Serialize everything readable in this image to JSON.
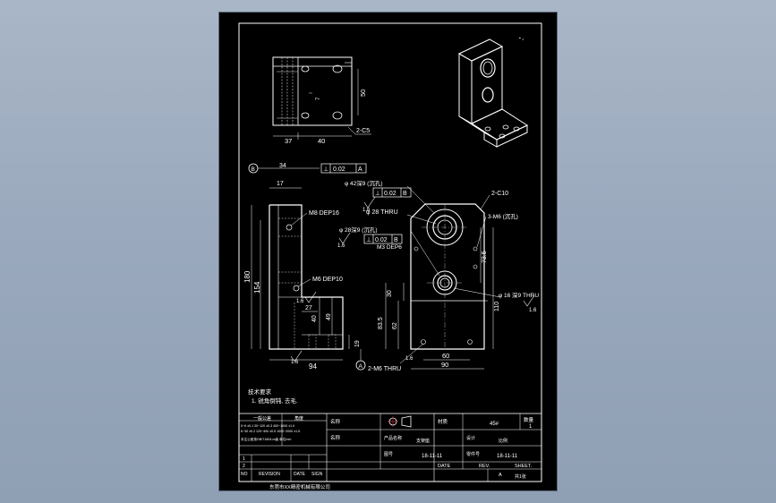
{
  "drawing": {
    "dims_top_view": [
      "37",
      "40",
      "7",
      "50",
      "2-C5"
    ],
    "datum_b_label": "B",
    "datum_a_label": "A",
    "dim_34": "34",
    "fcf_perp_a": {
      "symbol": "⊥",
      "tol": "0.02",
      "datum": "A"
    },
    "fcf_perp_b_1": {
      "symbol": "⊥",
      "tol": "0.02",
      "datum": "B"
    },
    "fcf_perp_b_2": {
      "symbol": "⊥",
      "tol": "0.02",
      "datum": "B"
    },
    "dim_17": "17",
    "note_m8": "M8 DEP16",
    "note_m6": "M6 DEP10",
    "note_phi42": "φ 42深9 (沉孔)",
    "note_phi28_thru": "φ 28 THRU",
    "note_phi28": "φ 28深9 (沉孔)",
    "note_m3": "M3 DEP6",
    "note_2c10": "2-C10",
    "note_3m6": "3-M6 (沉孔)",
    "note_phi16": "φ 16 深9 THRU",
    "note_2m6_thru": "2-M6 THRU",
    "dims_left": [
      "180",
      "154",
      "27",
      "40",
      "49",
      "94",
      "19"
    ],
    "dims_right": [
      "30",
      "62",
      "83.5",
      "110",
      "73.5",
      "60",
      "90"
    ],
    "tech_req_title": "技术要求",
    "tech_req_line": "1. 锐角倒钝, 去毛.",
    "roughness_vals": [
      "1.6",
      "1.6",
      "1.6",
      "1.6",
      "1.6",
      "1.6"
    ]
  },
  "title_block": {
    "name_label": "名称",
    "material_label": "材质",
    "material_value": "45#",
    "qty_label": "数量",
    "qty_value": "1",
    "part_label": "产品名称",
    "part_value": "支架座",
    "drawing_no_label": "图号",
    "drawing_no_value": "18-11-11",
    "drawing_no_label2": "零件号",
    "drawing_no_value2": "18-11-11",
    "date_label": "DATE",
    "rev_label": "REV.",
    "rev_value": "A",
    "sheet_label": "SHEET.",
    "no_label": "NO",
    "revision_label": "REVISION",
    "date_label2": "DATE",
    "sign_label": "SIGN",
    "rows": [
      "1",
      "2"
    ],
    "company": "东莞市XX精密机械有限公司",
    "tolerance_title": "一般公差",
    "tolerance_header": "角度",
    "tolerance_rows": [
      "0~6  ±0.1    30~120 ±0.3   400~1000 ±1.0",
      "6~30 ±0.2   120~400 ±0.5   1000~2000 ±1.5"
    ],
    "note_small": "未注公差按GB/T1804-m级  单位mm",
    "cn_header": "名称",
    "small_label": "比例",
    "scale_label": "设计",
    "sheet_count": "共1张"
  }
}
